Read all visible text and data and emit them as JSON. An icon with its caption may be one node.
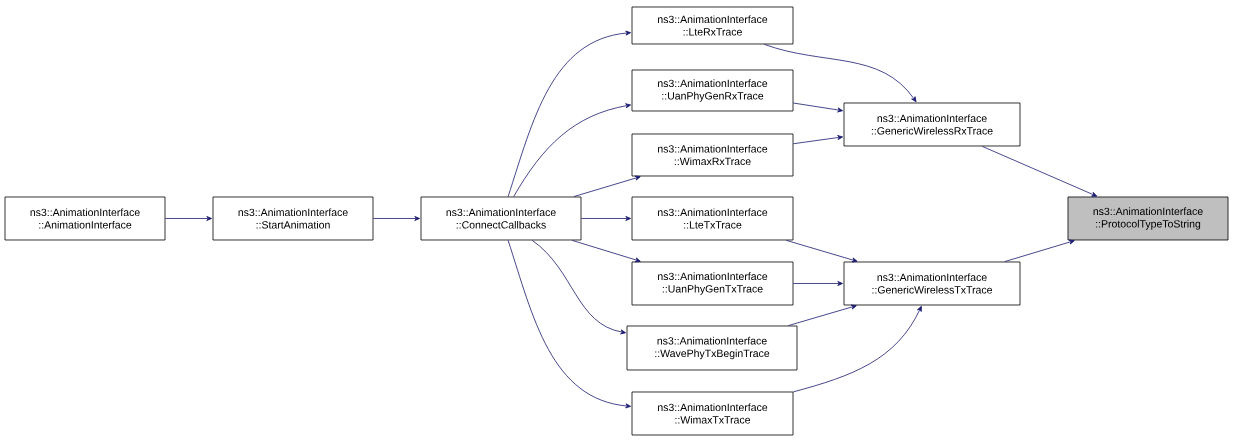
{
  "diagram": {
    "nodes": [
      {
        "text": [
          "ns3::AnimationInterface ::AnimationInterface"
        ]
      },
      {
        "text": [
          "ns3::AnimationInterface ::StartAnimation"
        ]
      },
      {
        "text": [
          "ns3::AnimationInterface ::ConnectCallbacks"
        ]
      },
      {
        "text": [
          "ns3::AnimationInterface ::LteRxTrace"
        ]
      },
      {
        "text": [
          "ns3::AnimationInterface ::UanPhyGenRxTrace"
        ]
      },
      {
        "text": [
          "ns3::AnimationInterface ::WimaxRxTrace"
        ]
      },
      {
        "text": [
          "ns3::AnimationInterface ::LteTxTrace"
        ]
      },
      {
        "text": [
          "ns3::AnimationInterface ::UanPhyGenTxTrace"
        ]
      },
      {
        "text": [
          "ns3::AnimationInterface ::WavePhyTxBeginTrace"
        ]
      },
      {
        "text": [
          "ns3::AnimationInterface ::WimaxTxTrace"
        ]
      },
      {
        "text": [
          "ns3::AnimationInterface ::GenericWirelessRxTrace"
        ]
      },
      {
        "text": [
          "ns3::AnimationInterface ::GenericWirelessTxTrace"
        ]
      },
      {
        "text": [
          "ns3::AnimationInterface ::ProtocolTypeToString"
        ]
      }
    ],
    "edges": [
      {
        "from": 0,
        "to": 1,
        "arrow": "to"
      },
      {
        "from": 1,
        "to": 2,
        "arrow": "to"
      },
      {
        "from": 2,
        "to": 3,
        "arrow": "to"
      },
      {
        "from": 2,
        "to": 4,
        "arrow": "to"
      },
      {
        "from": 2,
        "to": 5,
        "arrow": "to"
      },
      {
        "from": 2,
        "to": 6,
        "arrow": "to"
      },
      {
        "from": 2,
        "to": 7,
        "arrow": "to"
      },
      {
        "from": 2,
        "to": 8,
        "arrow": "to"
      },
      {
        "from": 2,
        "to": 9,
        "arrow": "to"
      },
      {
        "from": 3,
        "to": 10,
        "arrow": "to"
      },
      {
        "from": 4,
        "to": 10,
        "arrow": "to"
      },
      {
        "from": 5,
        "to": 10,
        "arrow": "to"
      },
      {
        "from": 6,
        "to": 11,
        "arrow": "to"
      },
      {
        "from": 7,
        "to": 11,
        "arrow": "to"
      },
      {
        "from": 8,
        "to": 11,
        "arrow": "to"
      },
      {
        "from": 9,
        "to": 11,
        "arrow": "to"
      },
      {
        "from": 10,
        "to": 12,
        "arrow": "to"
      },
      {
        "from": 11,
        "to": 12,
        "arrow": "to"
      }
    ]
  }
}
